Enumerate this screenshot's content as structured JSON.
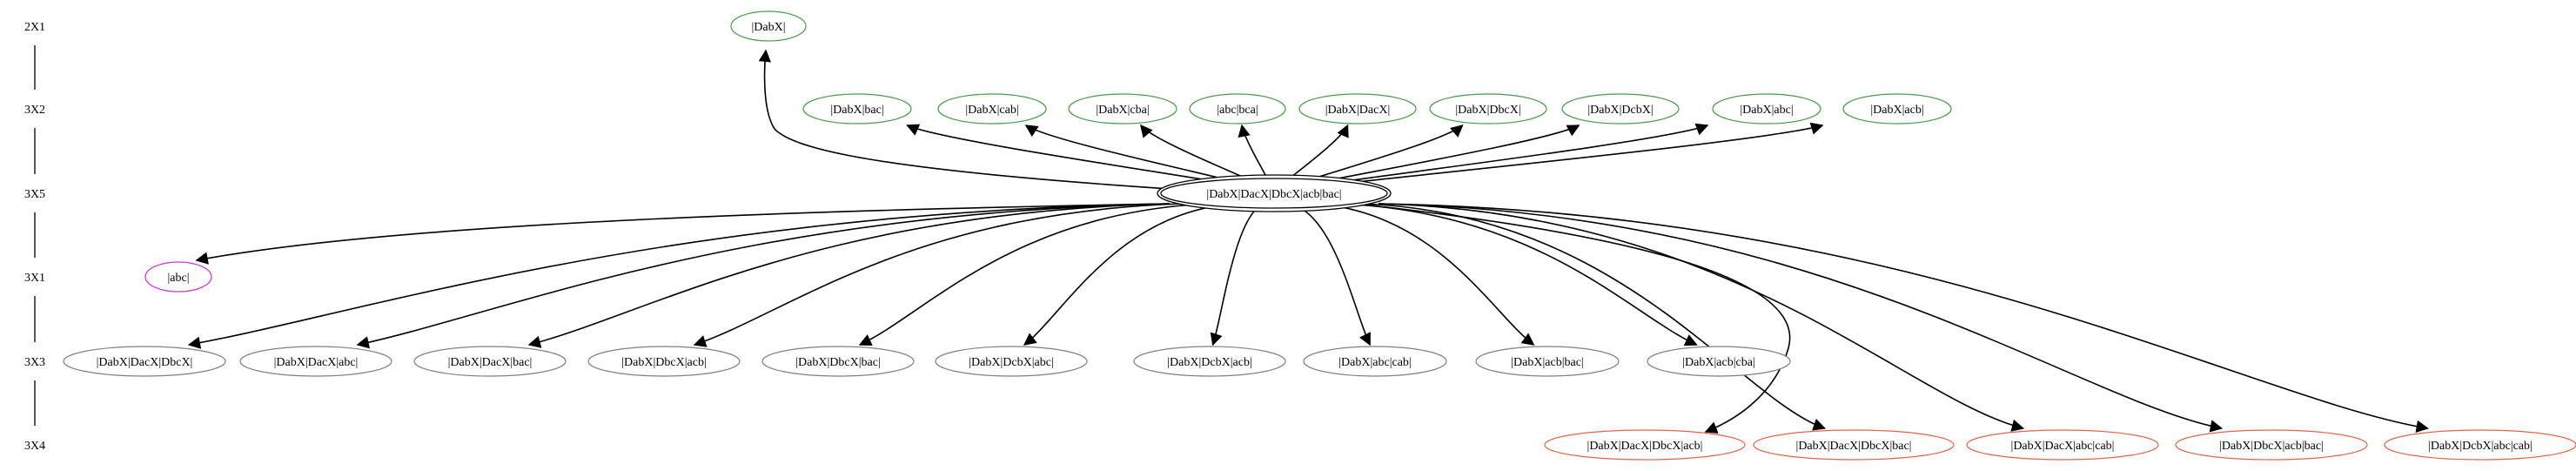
{
  "ranks": [
    {
      "id": "r0",
      "label": "2X1"
    },
    {
      "id": "r1",
      "label": "3X2"
    },
    {
      "id": "r2",
      "label": "3X5"
    },
    {
      "id": "r3",
      "label": "3X1"
    },
    {
      "id": "r4",
      "label": "3X3"
    },
    {
      "id": "r5",
      "label": "3X4"
    }
  ],
  "colors": {
    "gray": "#808080",
    "green": "#4a9a4a",
    "magenta": "#cc33cc",
    "red": "#e0664a",
    "edge": "#000000",
    "center": "#000000"
  },
  "center": {
    "id": "center",
    "label": "|DabX|DacX|DbcX|acb|bac|"
  },
  "nodes": [
    {
      "id": "n0",
      "label": "|DabX|",
      "rank": "r0",
      "color": "green"
    },
    {
      "id": "n1",
      "label": "|DabX|bac|",
      "rank": "r1",
      "color": "green"
    },
    {
      "id": "n2",
      "label": "|DabX|cab|",
      "rank": "r1",
      "color": "green"
    },
    {
      "id": "n3",
      "label": "|DabX|cba|",
      "rank": "r1",
      "color": "green"
    },
    {
      "id": "n4",
      "label": "|abc|bca|",
      "rank": "r1",
      "color": "green"
    },
    {
      "id": "n5",
      "label": "|DabX|DacX|",
      "rank": "r1",
      "color": "green"
    },
    {
      "id": "n6",
      "label": "|DabX|DbcX|",
      "rank": "r1",
      "color": "green"
    },
    {
      "id": "n7",
      "label": "|DabX|DcbX|",
      "rank": "r1",
      "color": "green"
    },
    {
      "id": "n8",
      "label": "|DabX|abc|",
      "rank": "r1",
      "color": "green"
    },
    {
      "id": "n9",
      "label": "|DabX|acb|",
      "rank": "r1",
      "color": "green"
    },
    {
      "id": "n10",
      "label": "|abc|",
      "rank": "r3",
      "color": "magenta"
    },
    {
      "id": "n11",
      "label": "|DabX|DacX|DbcX|",
      "rank": "r4",
      "color": "gray"
    },
    {
      "id": "n12",
      "label": "|DabX|DacX|abc|",
      "rank": "r4",
      "color": "gray"
    },
    {
      "id": "n13",
      "label": "|DabX|DacX|bac|",
      "rank": "r4",
      "color": "gray"
    },
    {
      "id": "n14",
      "label": "|DabX|DbcX|acb|",
      "rank": "r4",
      "color": "gray"
    },
    {
      "id": "n15",
      "label": "|DabX|DbcX|bac|",
      "rank": "r4",
      "color": "gray"
    },
    {
      "id": "n16",
      "label": "|DabX|DcbX|abc|",
      "rank": "r4",
      "color": "gray"
    },
    {
      "id": "n17",
      "label": "|DabX|DcbX|acb|",
      "rank": "r4",
      "color": "gray"
    },
    {
      "id": "n18",
      "label": "|DabX|abc|cab|",
      "rank": "r4",
      "color": "gray"
    },
    {
      "id": "n19",
      "label": "|DabX|acb|bac|",
      "rank": "r4",
      "color": "gray"
    },
    {
      "id": "n20",
      "label": "|DabX|acb|cba|",
      "rank": "r4",
      "color": "gray"
    },
    {
      "id": "n21",
      "label": "|DabX|DacX|DbcX|acb|",
      "rank": "r5",
      "color": "red"
    },
    {
      "id": "n22",
      "label": "|DabX|DacX|DbcX|bac|",
      "rank": "r5",
      "color": "red"
    },
    {
      "id": "n23",
      "label": "|DabX|DacX|abc|cab|",
      "rank": "r5",
      "color": "red"
    },
    {
      "id": "n24",
      "label": "|DabX|DbcX|acb|bac|",
      "rank": "r5",
      "color": "red"
    },
    {
      "id": "n25",
      "label": "|DabX|DcbX|abc|cab|",
      "rank": "r5",
      "color": "red"
    }
  ]
}
